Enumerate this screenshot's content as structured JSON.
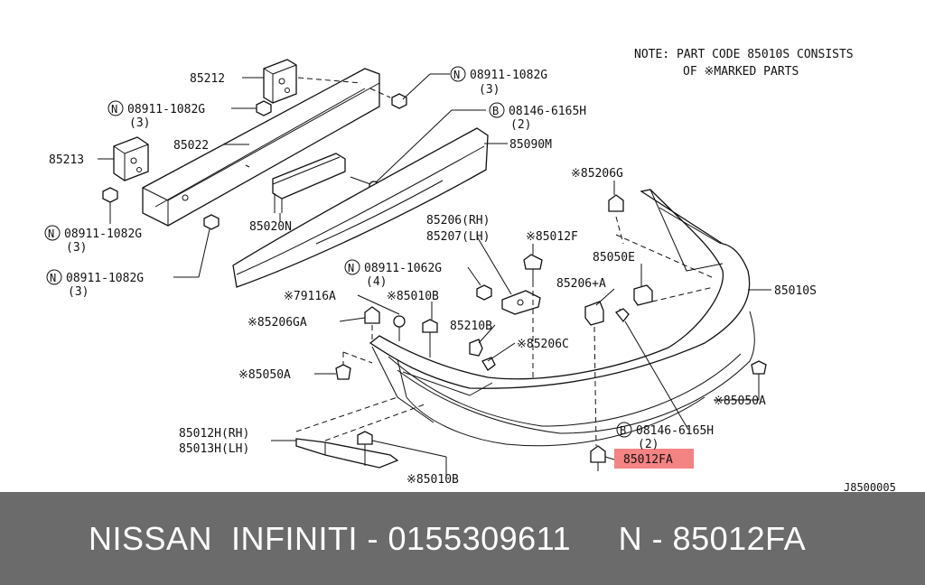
{
  "note": {
    "line1": "NOTE: PART CODE 85010S CONSISTS",
    "line2": "OF ※MARKED PARTS"
  },
  "labels": {
    "p85212": "85212",
    "n08911_top": "08911-1082G",
    "n08911_top_qty": "(3)",
    "n08911_left": "08911-1082G",
    "n08911_left_qty": "(3)",
    "b08146_top": "08146-6165H",
    "b08146_top_qty": "(2)",
    "p85022": "85022",
    "p85090M": "85090M",
    "p85213": "85213",
    "s85206G": "※85206G",
    "n08911_mid": "08911-1082G",
    "n08911_mid_qty": "(3)",
    "p85020N": "85020N",
    "p85206RH": "85206(RH)",
    "p85207LH": "85207(LH)",
    "s85012F": "※85012F",
    "p85050E": "85050E",
    "n08911_low": "08911-1082G",
    "n08911_low_qty": "(3)",
    "n08911_1062": "08911-1062G",
    "n08911_1062_qty": "(4)",
    "p85206plusA": "85206+A",
    "p85010S": "85010S",
    "s79116A": "※79116A",
    "s85010B_top": "※85010B",
    "s85206GA": "※85206GA",
    "p85210B": "85210B",
    "s85206C": "※85206C",
    "s85050A_left": "※85050A",
    "s85050A_right": "※85050A",
    "b08146_low": "08146-6165H",
    "b08146_low_qty": "(2)",
    "p85012H": "85012H(RH)",
    "p85013H": "85013H(LH)",
    "p85012FA": "85012FA",
    "s85010B_low": "※85010B",
    "ref": "J8500005"
  },
  "circle_marks": {
    "n": "N",
    "b": "B"
  },
  "colors": {
    "highlight": "#f26d6d",
    "footer_bg": "#6b6b6b"
  },
  "footer": {
    "text": "NISSAN  INFINITI - 0155309611     N - 85012FA"
  }
}
